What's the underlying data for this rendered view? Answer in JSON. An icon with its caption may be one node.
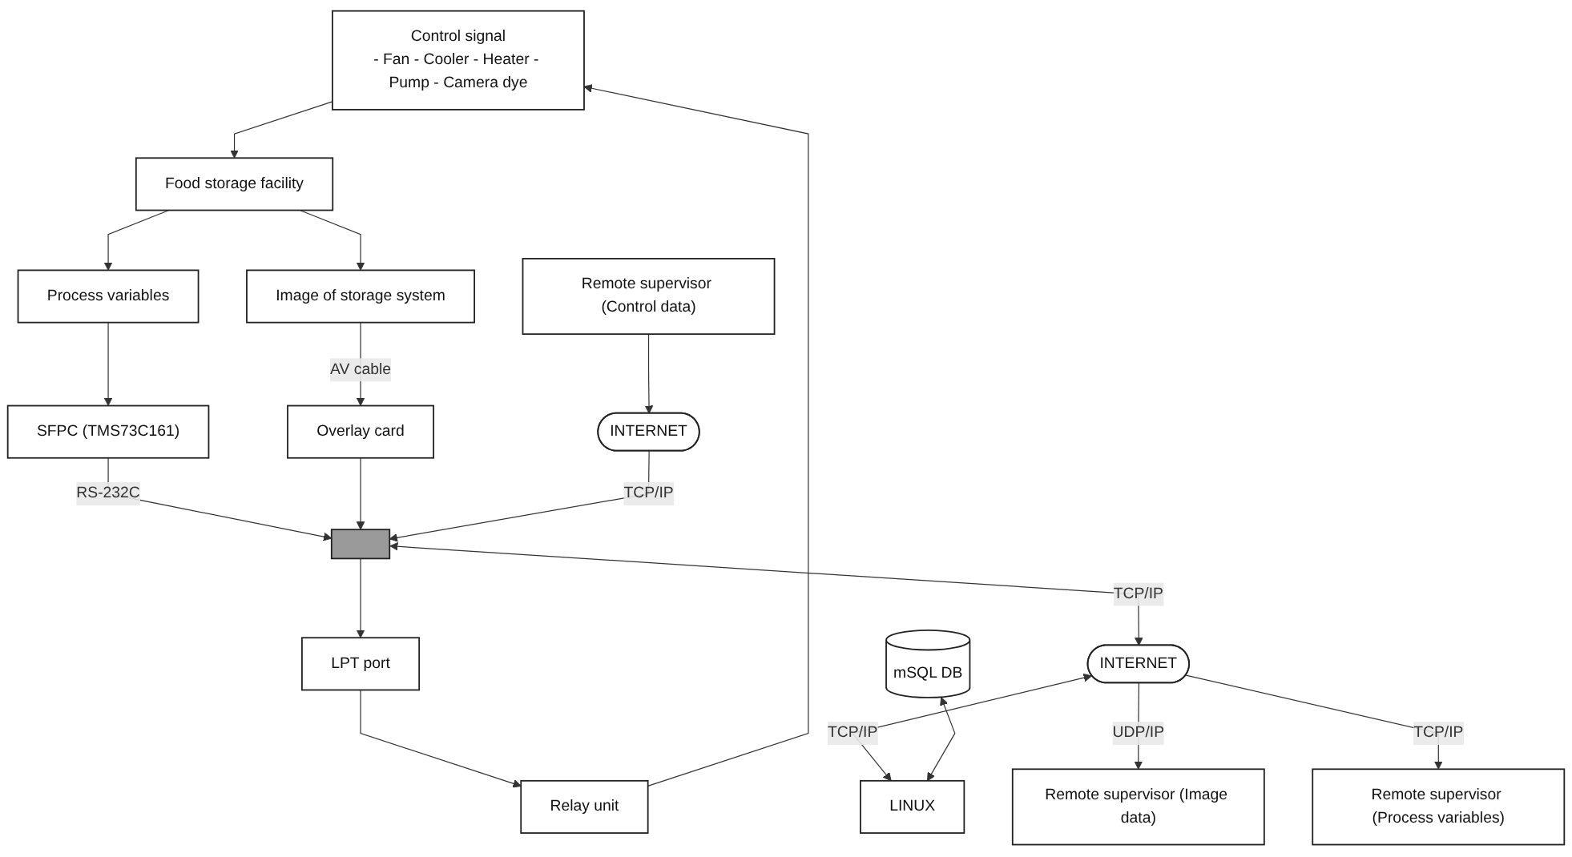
{
  "diagram": {
    "nodes": [
      {
        "text": [
          "Control signal",
          "- Fan - Cooler - Heater - Pump - Camera dye"
        ]
      },
      {
        "text": [
          "Food storage facility"
        ]
      },
      {
        "text": [
          "Process variables"
        ]
      },
      {
        "text": [
          "Image of storage system"
        ]
      },
      {
        "text": [
          "Relay unit"
        ]
      },
      {
        "text": [
          "SFPC (TMS73C161)"
        ]
      },
      {
        "text": [
          "Overlay card"
        ]
      },
      {
        "text": [
          "mSQL DB"
        ]
      },
      {
        "text": [
          "LPT port"
        ]
      },
      {
        "text": [],
        "shape": "box"
      },
      {
        "text": [
          "INTERNET"
        ]
      },
      {
        "text": [
          "LINUX"
        ]
      },
      {
        "text": [
          "INTERNET"
        ]
      },
      {
        "text": [
          "Remote supervisor (Control data)"
        ]
      },
      {
        "text": [
          "Remote supervisor (Image data)"
        ]
      },
      {
        "text": [
          "Remote supervisor (Process variables)"
        ]
      }
    ],
    "edges": [
      {
        "from": 0,
        "to": 1,
        "arrow": "to"
      },
      {
        "from": 1,
        "to": 2,
        "arrow": "to"
      },
      {
        "from": 1,
        "to": 3,
        "arrow": "to"
      },
      {
        "from": 2,
        "to": 5,
        "arrow": "to"
      },
      {
        "from": 3,
        "to": 6,
        "arrow": "to",
        "label": "AV cable"
      },
      {
        "from": 5,
        "to": 9,
        "arrow": "to",
        "label": "RS-232C"
      },
      {
        "from": 6,
        "to": 9,
        "arrow": "to"
      },
      {
        "from": 4,
        "to": 0,
        "arrow": "to"
      },
      {
        "from": 8,
        "to": 4,
        "arrow": "to"
      },
      {
        "from": 9,
        "to": 8,
        "arrow": "to"
      },
      {
        "from": 9,
        "to": 10,
        "arrow": "both",
        "label": "TCP/IP"
      },
      {
        "from": 10,
        "to": 11,
        "arrow": "both",
        "label": "TCP/IP"
      },
      {
        "from": 7,
        "to": 11,
        "arrow": "both"
      },
      {
        "from": 12,
        "to": 9,
        "arrow": "to",
        "label": "TCP/IP"
      },
      {
        "from": 13,
        "to": 12,
        "arrow": "to"
      },
      {
        "from": 10,
        "to": 14,
        "arrow": "to",
        "label": "UDP/IP"
      },
      {
        "from": 10,
        "to": 15,
        "arrow": "to",
        "label": "TCP/IP"
      }
    ]
  }
}
